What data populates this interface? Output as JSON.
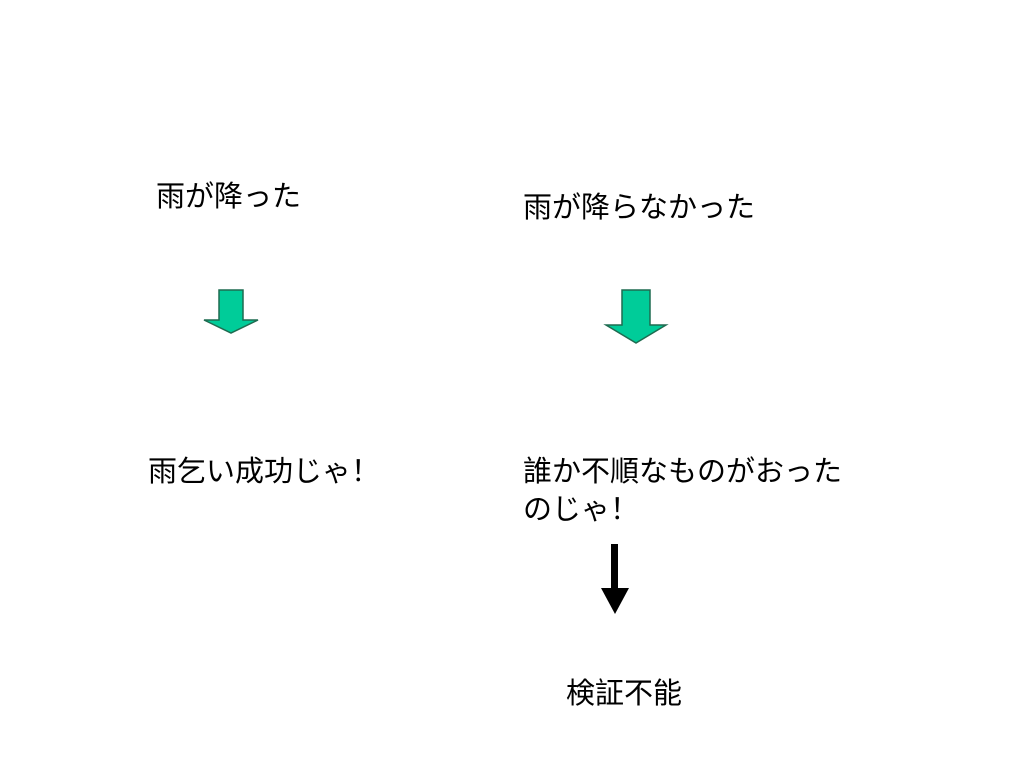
{
  "diagram": {
    "nodes": {
      "rain_fell": "雨が降った",
      "rain_did_not_fall": "雨が降らなかった",
      "rain_prayer_success": "雨乞い成功じゃ！",
      "someone_impious": [
        "誰か不順なものがおった",
        "のじゃ！"
      ],
      "unverifiable": "検証不能"
    },
    "colors": {
      "green_arrow_fill": "#00cc99",
      "green_arrow_stroke": "#1f6b50",
      "black_arrow": "#000000"
    }
  }
}
